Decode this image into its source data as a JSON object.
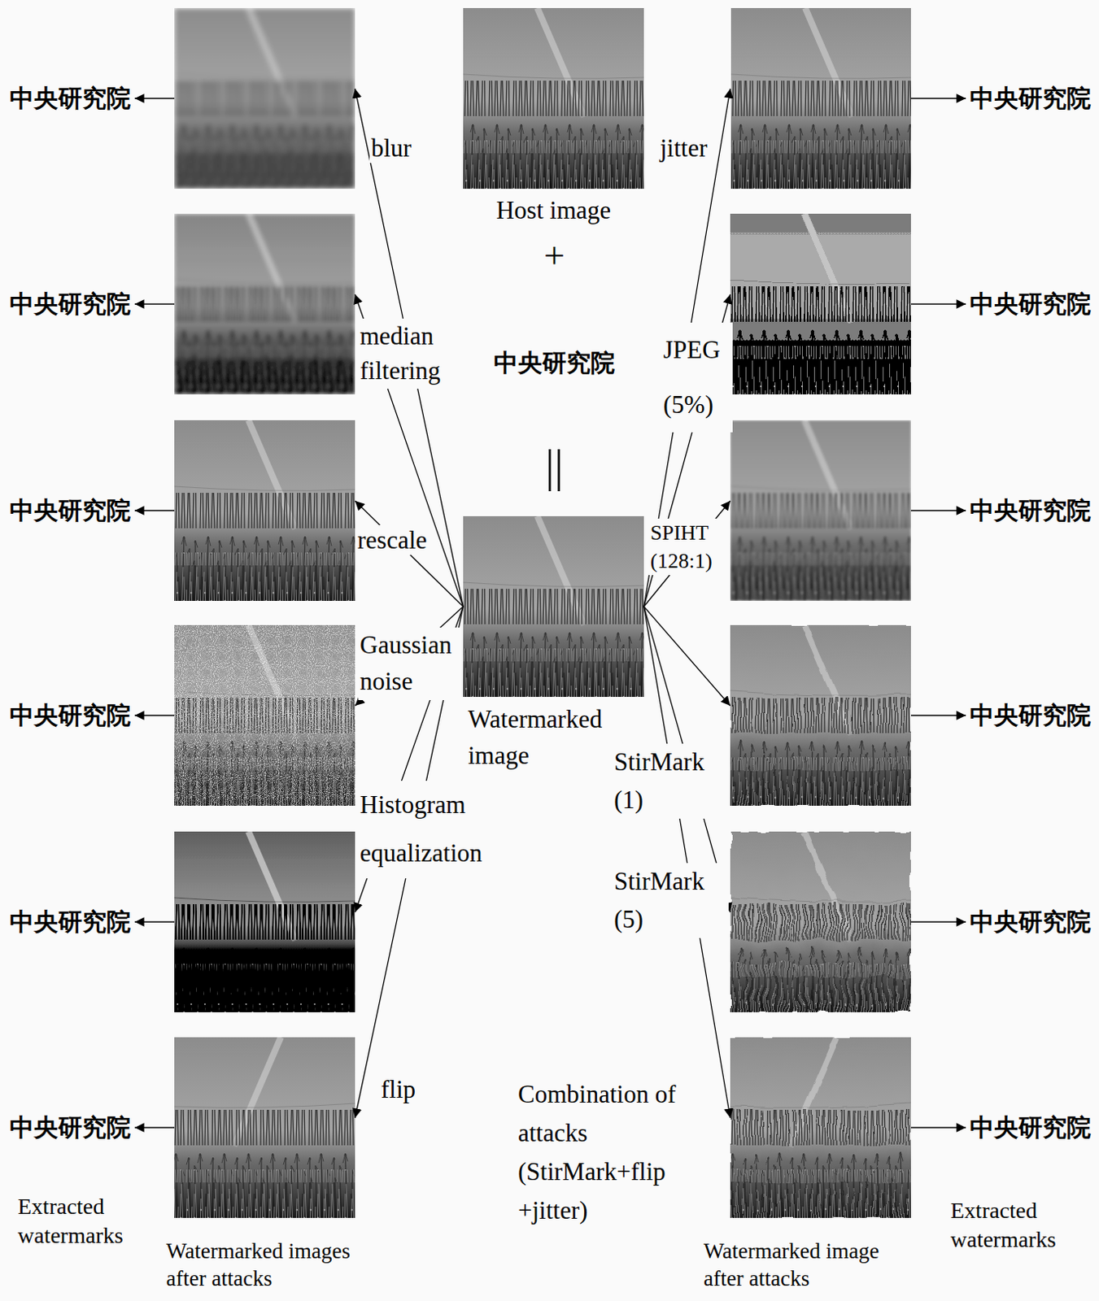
{
  "diagram": {
    "nodes": [
      {
        "text": [
          "Host image"
        ]
      },
      {
        "text": [
          "中央研究院"
        ]
      },
      {
        "text": [
          "Watermarked image"
        ]
      },
      {
        "text": []
      },
      {
        "text": []
      },
      {
        "text": []
      },
      {
        "text": []
      },
      {
        "text": []
      },
      {
        "text": []
      },
      {
        "text": []
      },
      {
        "text": []
      },
      {
        "text": []
      },
      {
        "text": []
      },
      {
        "text": []
      },
      {
        "text": []
      },
      {
        "text": [
          "中央研究院"
        ]
      },
      {
        "text": [
          "中央研究院"
        ]
      },
      {
        "text": [
          "中央研究院"
        ]
      },
      {
        "text": [
          "中央研究院"
        ]
      },
      {
        "text": [
          "中央研究院"
        ]
      },
      {
        "text": [
          "中央研究院"
        ]
      },
      {
        "text": [
          "中央研究院"
        ]
      },
      {
        "text": [
          "中央研究院"
        ]
      },
      {
        "text": [
          "中央研究院"
        ]
      },
      {
        "text": [
          "中央研究院"
        ]
      },
      {
        "text": [
          "中央研究院"
        ]
      },
      {
        "text": [
          "中央研究院"
        ]
      }
    ],
    "edges": [
      {
        "from": 2,
        "to": 3,
        "arrow": "to",
        "label": "blur"
      },
      {
        "from": 2,
        "to": 4,
        "arrow": "to",
        "label": "median filtering"
      },
      {
        "from": 2,
        "to": 5,
        "arrow": "to",
        "label": "rescale"
      },
      {
        "from": 2,
        "to": 6,
        "arrow": "to",
        "label": "Gaussian noise"
      },
      {
        "from": 2,
        "to": 7,
        "arrow": "to",
        "label": "Histogram equalization"
      },
      {
        "from": 2,
        "to": 8,
        "arrow": "to",
        "label": "flip"
      },
      {
        "from": 2,
        "to": 9,
        "arrow": "to",
        "label": "jitter"
      },
      {
        "from": 2,
        "to": 10,
        "arrow": "to",
        "label": "JPEG (5%)"
      },
      {
        "from": 2,
        "to": 11,
        "arrow": "to",
        "label": "SPIHT (128:1)"
      },
      {
        "from": 2,
        "to": 12,
        "arrow": "to",
        "label": "StirMark (1)"
      },
      {
        "from": 2,
        "to": 13,
        "arrow": "to",
        "label": "StirMark (5)"
      },
      {
        "from": 2,
        "to": 14,
        "arrow": "to",
        "label": "Combination of attacks (StirMark+flip +jitter)"
      },
      {
        "from": 3,
        "to": 15,
        "arrow": "to"
      },
      {
        "from": 4,
        "to": 16,
        "arrow": "to"
      },
      {
        "from": 5,
        "to": 17,
        "arrow": "to"
      },
      {
        "from": 6,
        "to": 18,
        "arrow": "to"
      },
      {
        "from": 7,
        "to": 19,
        "arrow": "to"
      },
      {
        "from": 8,
        "to": 20,
        "arrow": "to"
      },
      {
        "from": 9,
        "to": 21,
        "arrow": "to"
      },
      {
        "from": 10,
        "to": 22,
        "arrow": "to"
      },
      {
        "from": 11,
        "to": 23,
        "arrow": "to"
      },
      {
        "from": 12,
        "to": 24,
        "arrow": "to"
      },
      {
        "from": 13,
        "to": 25,
        "arrow": "to"
      },
      {
        "from": 14,
        "to": 26,
        "arrow": "to"
      }
    ],
    "labels": [
      "+",
      "||",
      "Extracted watermarks",
      "Watermarked images after attacks",
      "Watermarked image after attacks",
      "Extracted watermarks"
    ]
  }
}
